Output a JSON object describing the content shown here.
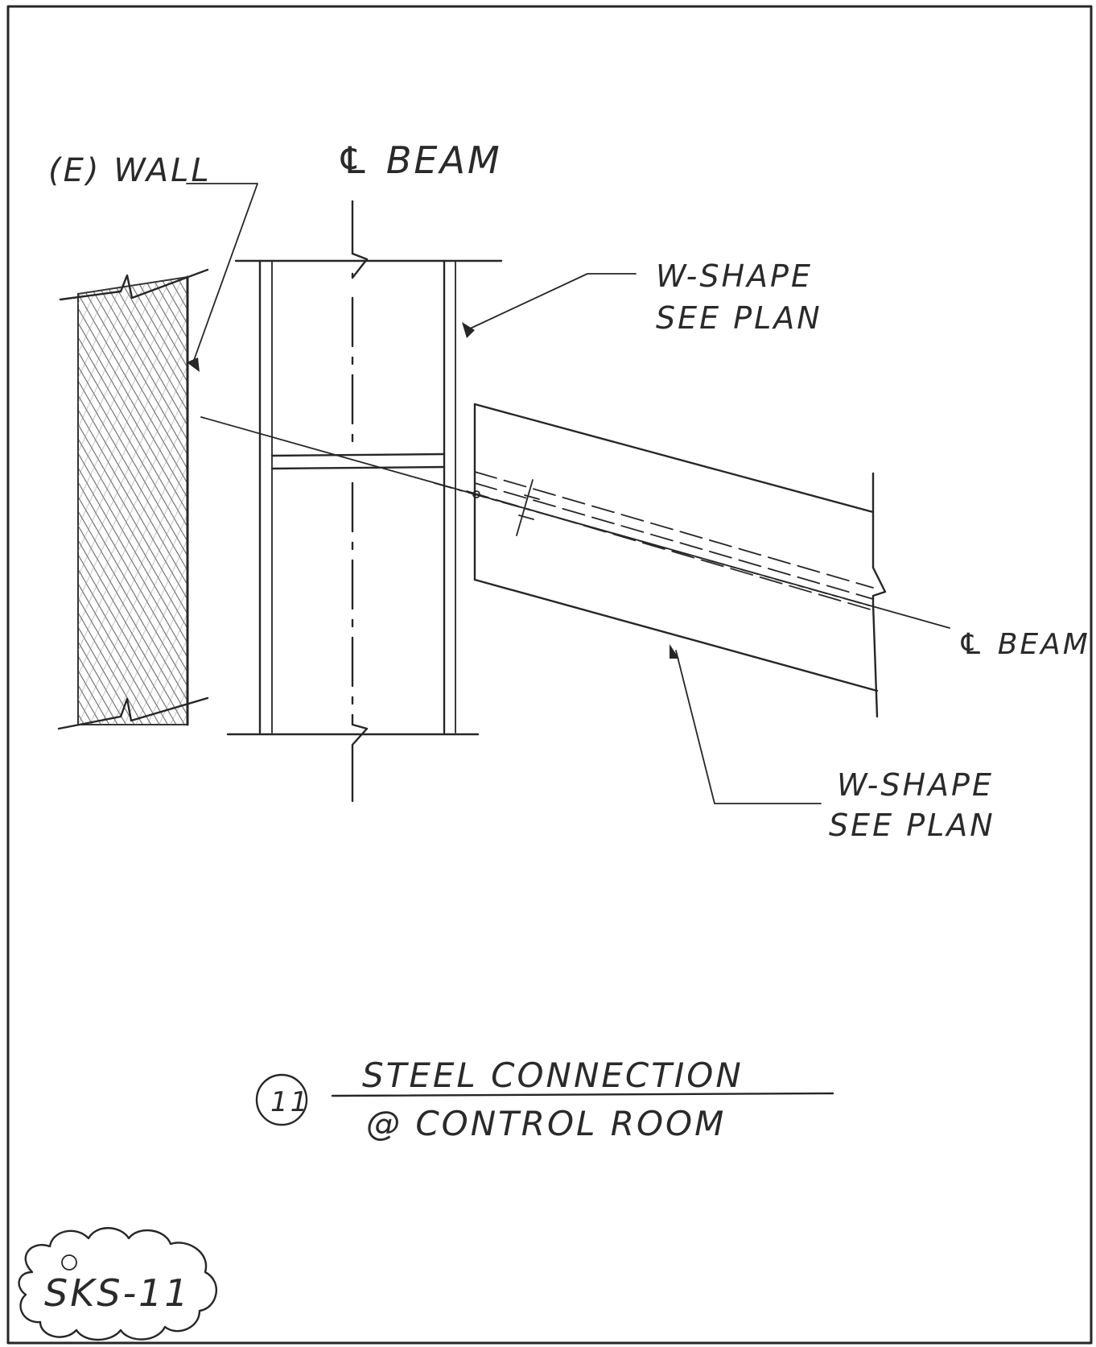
{
  "labels": {
    "ce_wall": "(E) WALL",
    "cl_beam_top": "℄ BEAM",
    "w_shape_upper_line1": "W-SHAPE",
    "w_shape_upper_line2": "SEE PLAN",
    "cl_beam_right": "℄ BEAM",
    "w_shape_lower_line1": "W-SHAPE",
    "w_shape_lower_line2": "SEE PLAN"
  },
  "title_block": {
    "detail_number": "11",
    "title_line1": "STEEL CONNECTION",
    "title_line2": "@ CONTROL ROOM"
  },
  "sheet_tag": "SKS-11",
  "colors": {
    "ink": "#262626",
    "wall_hatch": "#6a6a6a",
    "paper": "#ffffff"
  }
}
